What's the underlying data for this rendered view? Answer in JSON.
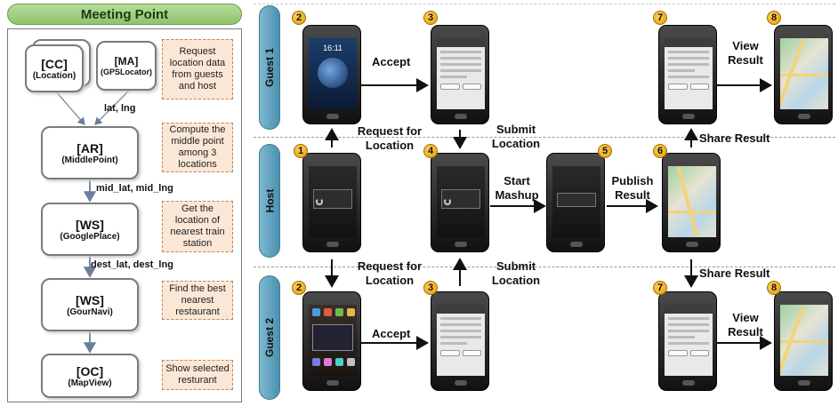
{
  "meeting_point": {
    "title": "Meeting Point",
    "nodes": [
      {
        "abbr": "[CC]",
        "name": "(Location)"
      },
      {
        "abbr": "[MA]",
        "name": "(GPSLocator)"
      },
      {
        "abbr": "[AR]",
        "name": "(MiddlePoint)"
      },
      {
        "abbr": "[WS]",
        "name": "(GooglePlace)"
      },
      {
        "abbr": "[WS]",
        "name": "(GourNavi)"
      },
      {
        "abbr": "[OC]",
        "name": "(MapView)"
      }
    ],
    "notes": [
      "Request location data from guests and host",
      "Compute the middle point among 3 locations",
      "Get the location of nearest train station",
      "Find the best nearest restaurant",
      "Show selected resturant"
    ],
    "edges": [
      "lat, lng",
      "mid_lat, mid_lng",
      "dest_lat, dest_lng"
    ]
  },
  "lanes": [
    "Guest 1",
    "Host",
    "Guest 2"
  ],
  "badges": [
    "1",
    "2",
    "3",
    "4",
    "5",
    "6",
    "7",
    "8"
  ],
  "flows": {
    "accept": "Accept",
    "view_result": "View Result",
    "request_location": "Request for Location",
    "submit_location": "Submit Location",
    "share_result": "Share Result",
    "start_mashup": "Start Mashup",
    "publish_result": "Publish Result"
  }
}
